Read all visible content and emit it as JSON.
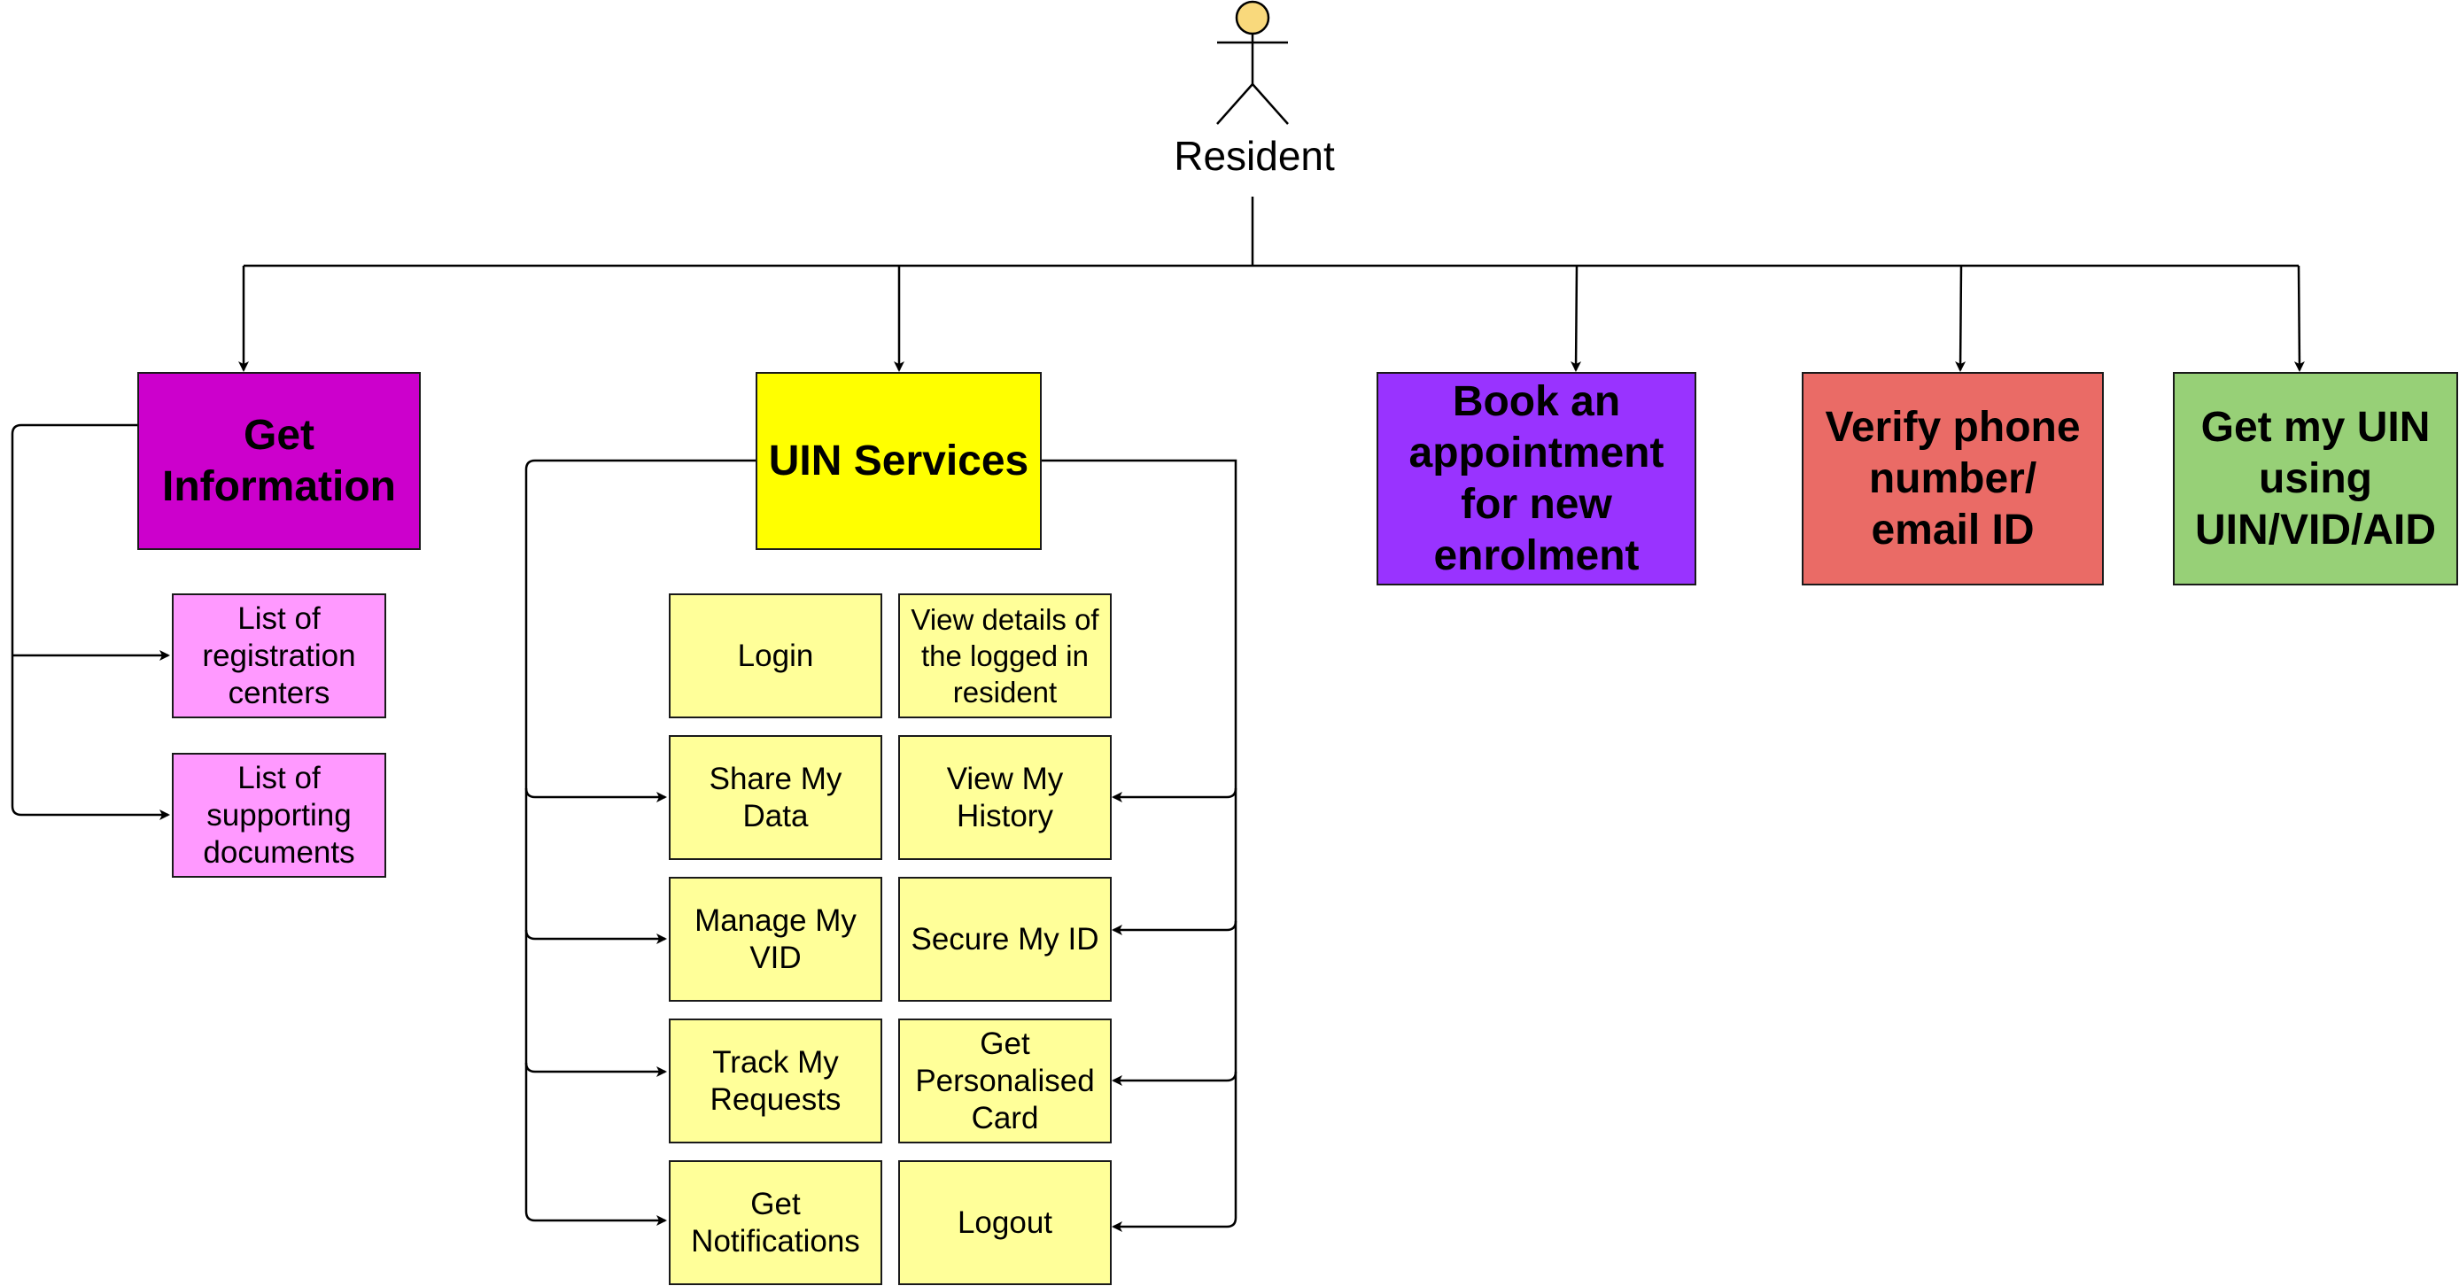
{
  "actor": {
    "label": "Resident"
  },
  "colors": {
    "get_information": "#CC00CC",
    "information_items": "#FF99FF",
    "uin_services": "#FFFF00",
    "service_items": "#FFFF99",
    "book_appointment": "#9933FF",
    "verify_phone": "#EA6B66",
    "get_uin": "#97D077",
    "actor_head": "#F9D97C",
    "lines": "#000000"
  },
  "modules": {
    "get_information": "Get Information",
    "uin_services": "UIN Services",
    "book_appointment": "Book an appointment for new enrolment",
    "verify_phone": "Verify phone number/ email ID",
    "get_uin": "Get my UIN using UIN/VID/AID"
  },
  "information_items": [
    "List of registration centers",
    "List of supporting documents"
  ],
  "uin_services_left": [
    "Login",
    "Share My Data",
    "Manage My VID",
    "Track My Requests",
    "Get Notifications"
  ],
  "uin_services_right": [
    "View details of the logged in resident",
    "View My History",
    "Secure My ID",
    "Get Personalised Card",
    "Logout"
  ]
}
